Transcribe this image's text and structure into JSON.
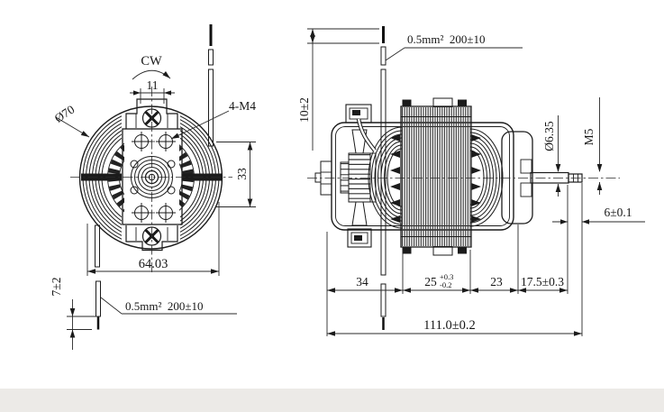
{
  "front_view": {
    "rotation": "CW",
    "dim_slot_width": "11",
    "dim_outer_diameter": "Ø70",
    "dim_screw_spec": "4-M4",
    "dim_hole_span": "33",
    "dim_body_width": "64.03",
    "dim_wire_strip": "7±2",
    "wire_spec": "0.5mm²  200±10"
  },
  "side_view": {
    "dim_wire_strip": "10±2",
    "wire_spec": "0.5mm²  200±10",
    "dim_shaft_diameter": "Ø6.35",
    "dim_thread": "M5",
    "dim_thread_length": "6±0.1",
    "dim_rear_section": "34",
    "dim_core_length": "25",
    "dim_core_tol_plus": "+0.3",
    "dim_core_tol_minus": "-0.2",
    "dim_front_section": "23",
    "dim_shaft_extension": "17.5±0.3",
    "dim_total_length": "111.0±0.2"
  },
  "colors": {
    "line": "#1b1b1b",
    "background": "#ffffff"
  }
}
